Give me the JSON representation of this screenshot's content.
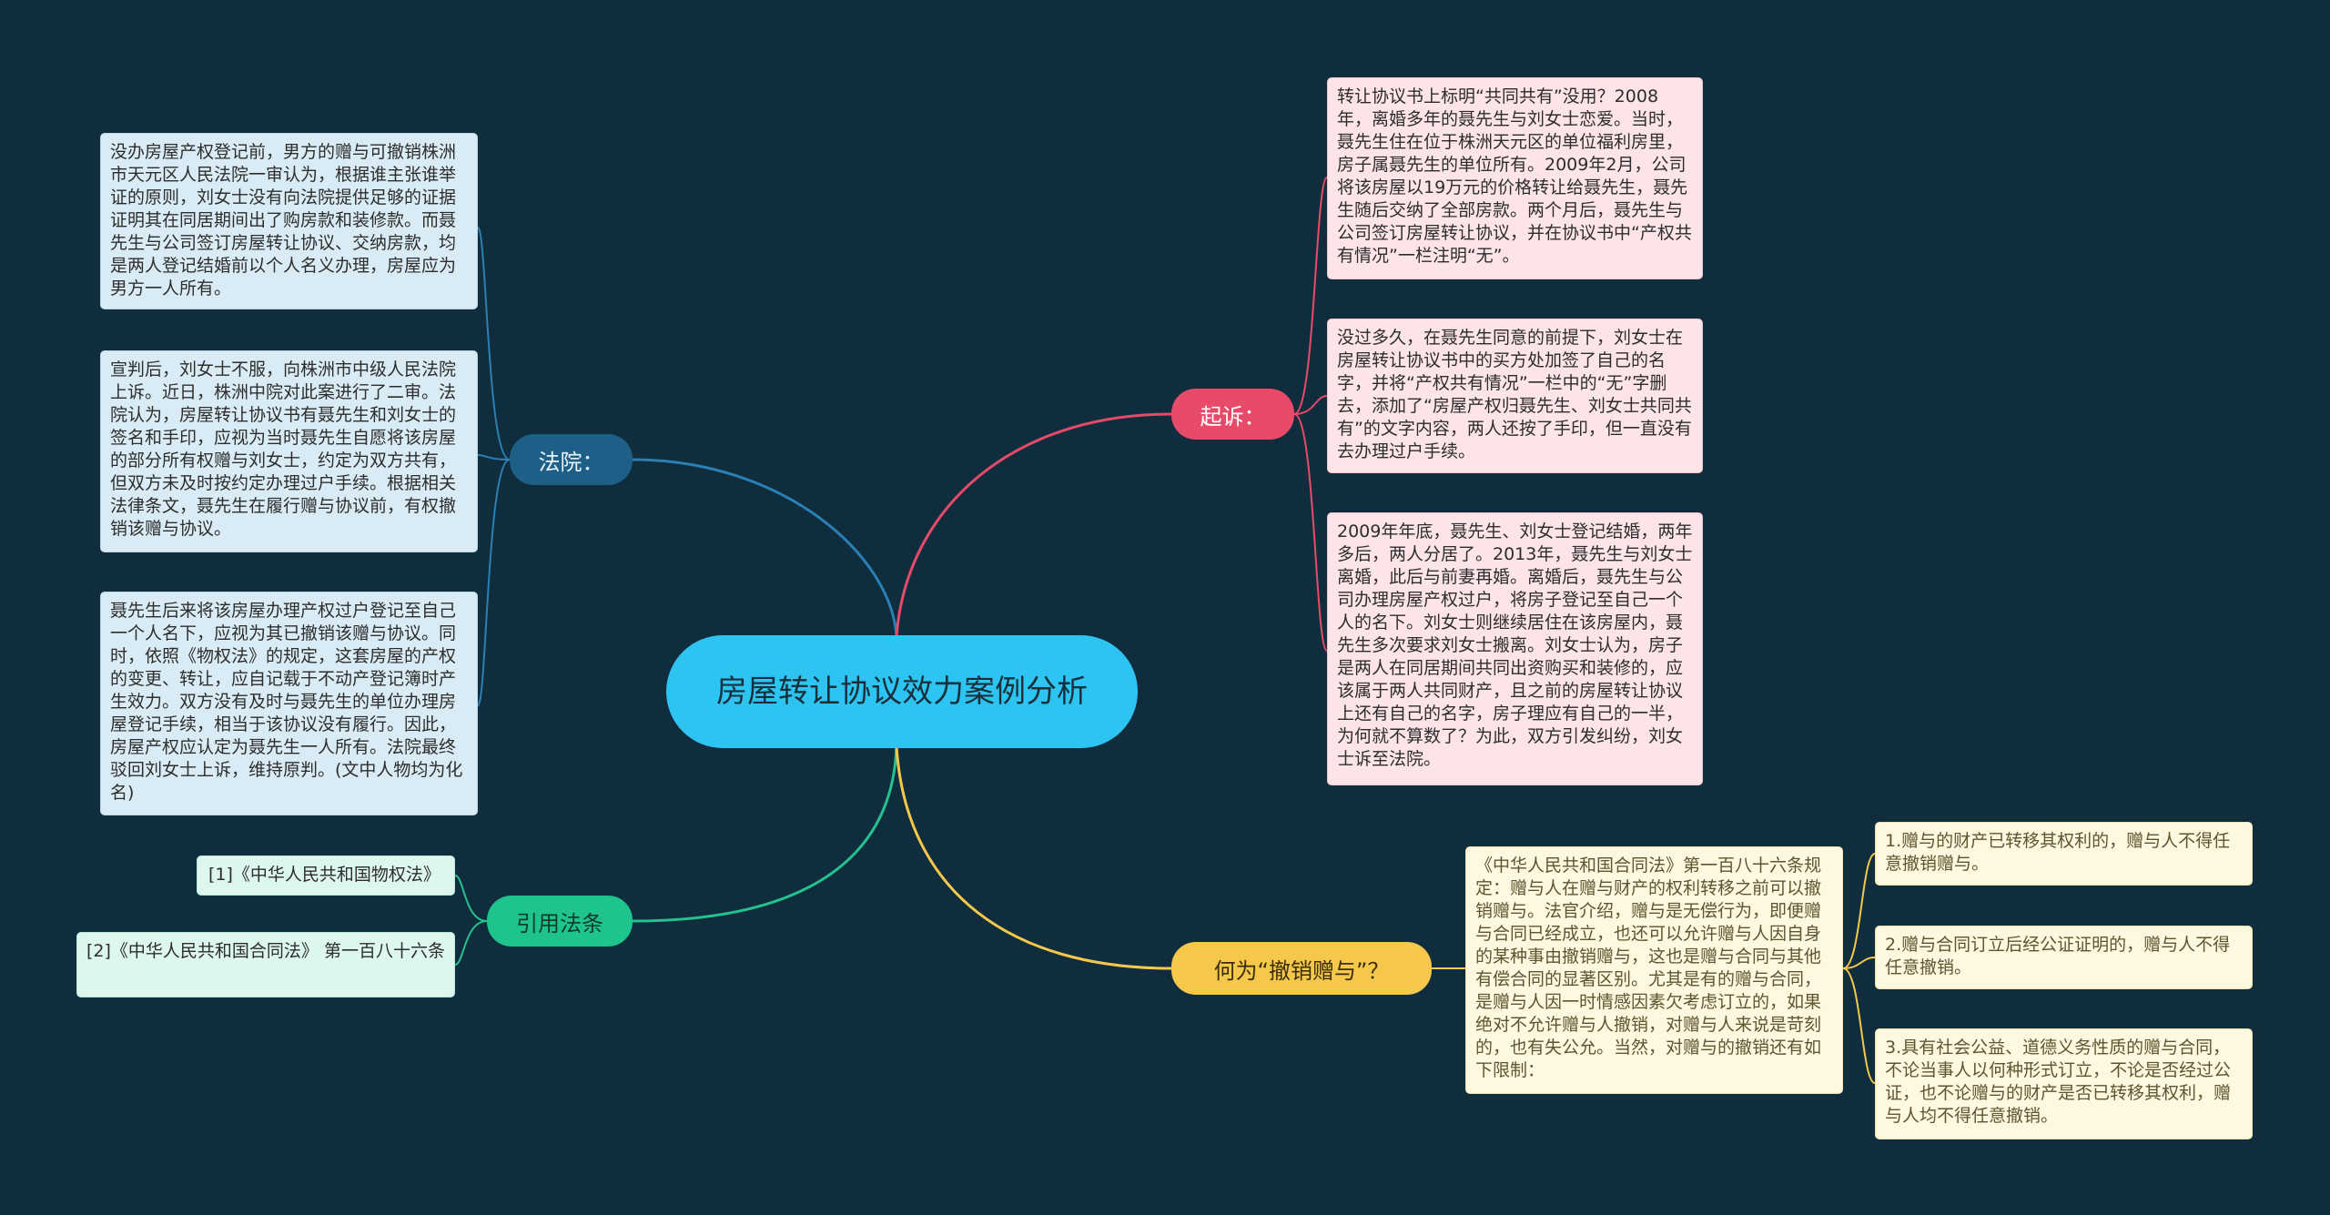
{
  "center": {
    "title": "房屋转让协议效力案例分析"
  },
  "colors": {
    "background": "#0f2d3d",
    "court": "#2a7fb4",
    "lawsuit": "#e84a6a",
    "revoke": "#f5c84c",
    "law": "#23c28e",
    "center": "#2ec4f2"
  },
  "branches": {
    "court": {
      "label": "法院："
    },
    "lawsuit": {
      "label": "起诉："
    },
    "law": {
      "label": "引用法条"
    },
    "revoke": {
      "label": "何为“撤销赠与”？"
    }
  },
  "court_cards": [
    "没办房屋产权登记前，男方的赠与可撤销株洲市天元区人民法院一审认为，根据谁主张谁举证的原则，刘女士没有向法院提供足够的证据证明其在同居期间出了购房款和装修款。而聂先生与公司签订房屋转让协议、交纳房款，均是两人登记结婚前以个人名义办理，房屋应为男方一人所有。",
    "宣判后，刘女士不服，向株洲市中级人民法院上诉。近日，株洲中院对此案进行了二审。法院认为，房屋转让协议书有聂先生和刘女士的签名和手印，应视为当时聂先生自愿将该房屋的部分所有权赠与刘女士，约定为双方共有，但双方未及时按约定办理过户手续。根据相关法律条文，聂先生在履行赠与协议前，有权撤销该赠与协议。",
    "聂先生后来将该房屋办理产权过户登记至自己一个人名下，应视为其已撤销该赠与协议。同时，依照《物权法》的规定，这套房屋的产权的变更、转让，应自记载于不动产登记簿时产生效力。双方没有及时与聂先生的单位办理房屋登记手续，相当于该协议没有履行。因此，房屋产权应认定为聂先生一人所有。法院最终驳回刘女士上诉，维持原判。(文中人物均为化名)"
  ],
  "lawsuit_cards": [
    "转让协议书上标明“共同共有”没用？2008年，离婚多年的聂先生与刘女士恋爱。当时，聂先生住在位于株洲天元区的单位福利房里，房子属聂先生的单位所有。2009年2月，公司将该房屋以19万元的价格转让给聂先生，聂先生随后交纳了全部房款。两个月后，聂先生与公司签订房屋转让协议，并在协议书中“产权共有情况”一栏注明“无”。",
    "没过多久，在聂先生同意的前提下，刘女士在房屋转让协议书中的买方处加签了自己的名字，并将“产权共有情况”一栏中的“无”字删去，添加了“房屋产权归聂先生、刘女士共同共有”的文字内容，两人还按了手印，但一直没有去办理过户手续。",
    "2009年年底，聂先生、刘女士登记结婚，两年多后，两人分居了。2013年，聂先生与刘女士离婚，此后与前妻再婚。离婚后，聂先生与公司办理房屋产权过户，将房子登记至自己一个人的名下。刘女士则继续居住在该房屋内，聂先生多次要求刘女士搬离。刘女士认为，房子是两人在同居期间共同出资购买和装修的，应该属于两人共同财产，且之前的房屋转让协议上还有自己的名字，房子理应有自己的一半，为何就不算数了？为此，双方引发纠纷，刘女士诉至法院。"
  ],
  "law_cards": [
    "[1]《中华人民共和国物权法》",
    "[2]《中华人民共和国合同法》 第一百八十六条"
  ],
  "revoke_main": "《中华人民共和国合同法》第一百八十六条规定：赠与人在赠与财产的权利转移之前可以撤销赠与。法官介绍，赠与是无偿行为，即便赠与合同已经成立，也还可以允许赠与人因自身的某种事由撤销赠与，这也是赠与合同与其他有偿合同的显著区别。尤其是有的赠与合同，是赠与人因一时情感因素欠考虑订立的，如果绝对不允许赠与人撤销，对赠与人来说是苛刻的，也有失公允。当然，对赠与的撤销还有如下限制：",
  "revoke_items": [
    "1.赠与的财产已转移其权利的，赠与人不得任意撤销赠与。",
    "2.赠与合同订立后经公证证明的，赠与人不得任意撤销。",
    "3.具有社会公益、道德义务性质的赠与合同，不论当事人以何种形式订立，不论是否经过公证，也不论赠与的财产是否已转移其权利，赠与人均不得任意撤销。"
  ]
}
